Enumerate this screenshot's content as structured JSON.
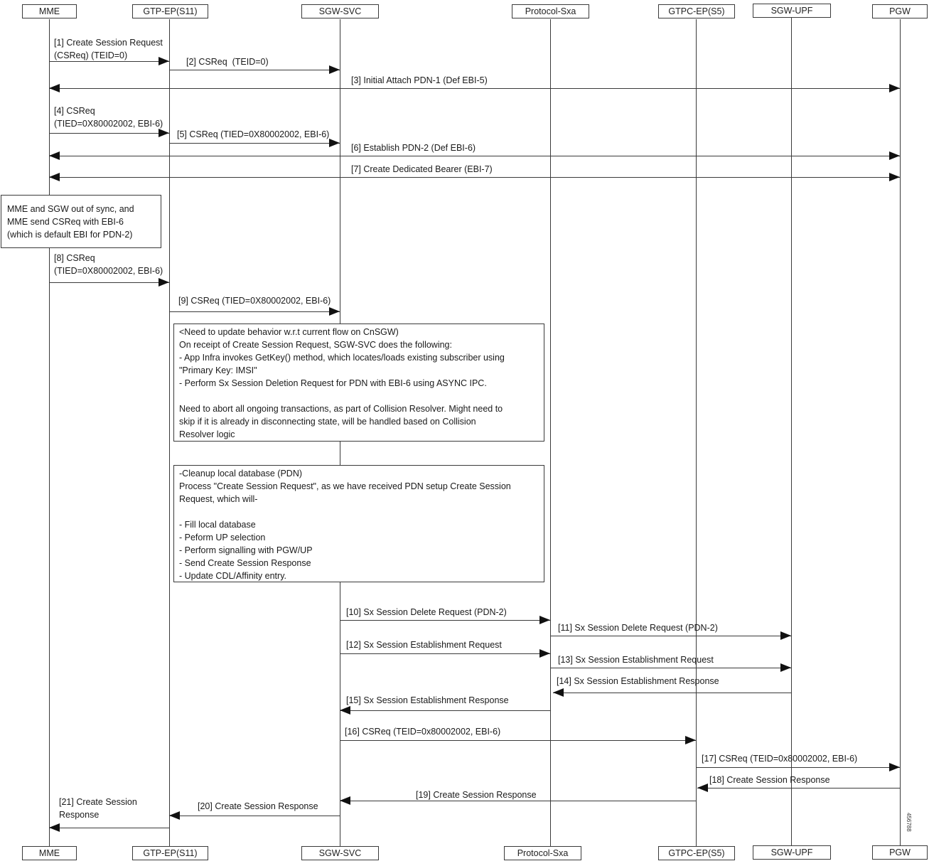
{
  "diagram": {
    "type": "sequence-diagram",
    "participants": [
      {
        "id": "mme",
        "label": "MME"
      },
      {
        "id": "gtp_ep_s11",
        "label": "GTP-EP(S11)"
      },
      {
        "id": "sgw_svc",
        "label": "SGW-SVC"
      },
      {
        "id": "protocol_sxa",
        "label": "Protocol-Sxa"
      },
      {
        "id": "gtpc_ep_s5",
        "label": "GTPC-EP(S5)"
      },
      {
        "id": "sgw_upf",
        "label": "SGW-UPF"
      },
      {
        "id": "pgw",
        "label": "PGW"
      }
    ],
    "messages": [
      {
        "step": 1,
        "from": "MME",
        "to": "GTP-EP(S11)",
        "label": "[1] Create Session Request\n(CSReq) (TEID=0)"
      },
      {
        "step": 2,
        "from": "GTP-EP(S11)",
        "to": "SGW-SVC",
        "label": "[2] CSReq  (TEID=0)"
      },
      {
        "step": 3,
        "from": "MME",
        "to": "PGW",
        "bidirectional": true,
        "label": "[3] Initial Attach PDN-1 (Def EBI-5)"
      },
      {
        "step": 4,
        "from": "MME",
        "to": "GTP-EP(S11)",
        "label": "[4] CSReq\n(TIED=0X80002002, EBI-6)"
      },
      {
        "step": 5,
        "from": "GTP-EP(S11)",
        "to": "SGW-SVC",
        "label": "[5] CSReq (TIED=0X80002002, EBI-6)"
      },
      {
        "step": 6,
        "from": "MME",
        "to": "PGW",
        "bidirectional": true,
        "label": "[6] Establish PDN-2 (Def EBI-6)"
      },
      {
        "step": 7,
        "from": "MME",
        "to": "PGW",
        "bidirectional": true,
        "label": "[7] Create Dedicated Bearer (EBI-7)"
      },
      {
        "step": 8,
        "from": "MME",
        "to": "GTP-EP(S11)",
        "label": "[8] CSReq\n(TIED=0X80002002, EBI-6)"
      },
      {
        "step": 9,
        "from": "GTP-EP(S11)",
        "to": "SGW-SVC",
        "label": "[9] CSReq (TIED=0X80002002, EBI-6)"
      },
      {
        "step": 10,
        "from": "SGW-SVC",
        "to": "Protocol-Sxa",
        "label": "[10] Sx Session Delete Request (PDN-2)"
      },
      {
        "step": 11,
        "from": "Protocol-Sxa",
        "to": "SGW-UPF",
        "label": "[11] Sx Session Delete Request (PDN-2)"
      },
      {
        "step": 12,
        "from": "SGW-SVC",
        "to": "Protocol-Sxa",
        "label": "[12] Sx Session Establishment Request"
      },
      {
        "step": 13,
        "from": "Protocol-Sxa",
        "to": "SGW-UPF",
        "label": "[13] Sx Session Establishment Request"
      },
      {
        "step": 14,
        "from": "SGW-UPF",
        "to": "Protocol-Sxa",
        "label": "[14] Sx Session Establishment Response"
      },
      {
        "step": 15,
        "from": "Protocol-Sxa",
        "to": "SGW-SVC",
        "label": "[15] Sx Session Establishment Response"
      },
      {
        "step": 16,
        "from": "SGW-SVC",
        "to": "GTPC-EP(S5)",
        "label": "[16] CSReq (TEID=0x80002002, EBI-6)"
      },
      {
        "step": 17,
        "from": "GTPC-EP(S5)",
        "to": "PGW",
        "label": "[17] CSReq (TEID=0x80002002, EBI-6)"
      },
      {
        "step": 18,
        "from": "PGW",
        "to": "GTPC-EP(S5)",
        "label": "[18] Create Session Response"
      },
      {
        "step": 19,
        "from": "GTPC-EP(S5)",
        "to": "SGW-SVC",
        "label": "[19] Create Session Response"
      },
      {
        "step": 20,
        "from": "SGW-SVC",
        "to": "GTP-EP(S11)",
        "label": "[20] Create Session Response"
      },
      {
        "step": 21,
        "from": "GTP-EP(S11)",
        "to": "MME",
        "label": "[21] Create Session\nResponse"
      }
    ],
    "notes": {
      "out_of_sync": "MME and SGW out of sync, and\nMME send CSReq with EBI-6\n(which is default EBI for PDN-2)",
      "sgw_behavior": "<Need to update behavior w.r.t current flow on CnSGW)\nOn receipt of Create Session Request, SGW-SVC does the following:\n- App Infra invokes GetKey() method, which locates/loads existing subscriber using\n\"Primary Key: IMSI\"\n- Perform Sx Session Deletion Request for PDN with EBI-6 using ASYNC IPC.\n\nNeed to abort all ongoing transactions, as part of Collision Resolver. Might need to\nskip if it is already in disconnecting state, will be handled based on Collision\nResolver logic",
      "cleanup": "-Cleanup local database (PDN)\nProcess \"Create Session Request\", as we have received PDN setup Create Session\nRequest, which will-\n\n- Fill local database\n- Peform UP selection\n- Perform signalling with PGW/UP\n- Send Create Session Response\n- Update CDL/Affinity entry."
    },
    "figure_id": "456788",
    "colors": {
      "line": "#3a3a3a",
      "arrowhead": "#111111",
      "background": "#ffffff"
    }
  }
}
